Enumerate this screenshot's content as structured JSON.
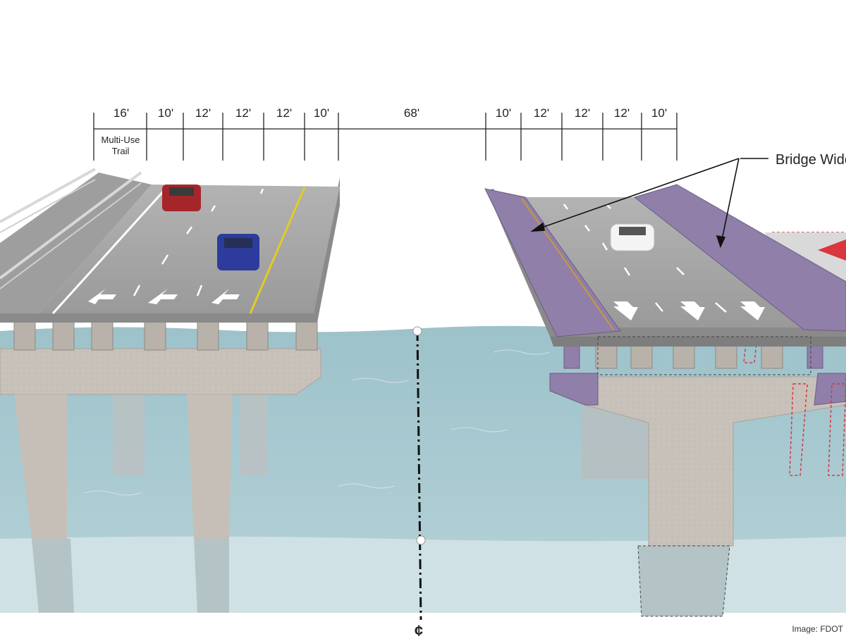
{
  "dimensions": {
    "left": [
      "16'",
      "10'",
      "12'",
      "12'",
      "12'",
      "10'"
    ],
    "median": "68'",
    "right": [
      "10'",
      "12'",
      "12'",
      "12'",
      "10'"
    ],
    "trail_label_line1": "Multi-Use",
    "trail_label_line2": "Trail"
  },
  "callout": "Bridge Wide",
  "centerline_symbol": "¢",
  "credit": "Image: FDOT",
  "colors": {
    "water": "#aac9cf",
    "concrete": "#c9c3bd",
    "deck": "#a3a3a3",
    "widening": "#8f7fa9",
    "proposed_outline": "#d9363e"
  },
  "icons": [
    "centerline-icon",
    "arrow-icon"
  ]
}
